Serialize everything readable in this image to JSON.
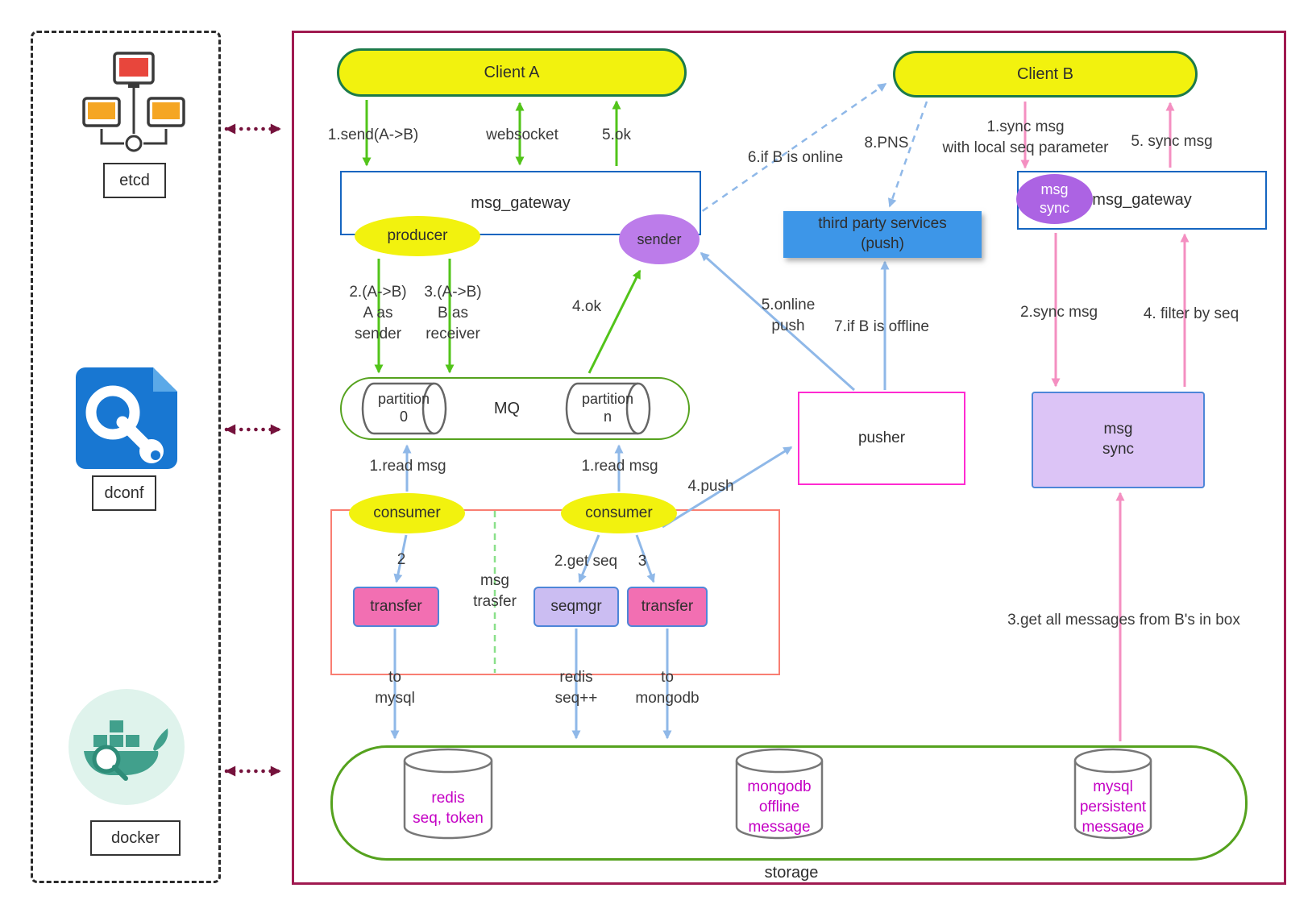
{
  "left_panel": {
    "etcd_label": "etcd",
    "dconf_label": "dconf",
    "docker_label": "docker"
  },
  "nodes": {
    "client_a": "Client A",
    "client_b": "Client B",
    "gateway_left": "msg_gateway",
    "gateway_right": "msg_gateway",
    "producer": "producer",
    "sender": "sender",
    "third_party": "third party services\n(push)",
    "msg_sync_small": "msg\nsync",
    "mq": "MQ",
    "partition_0": "partition\n0",
    "partition_n": "partition\nn",
    "pusher": "pusher",
    "msg_sync_big": "msg\nsync",
    "consumer_left": "consumer",
    "consumer_right": "consumer",
    "transfer_left": "transfer",
    "seqmgr": "seqmgr",
    "transfer_right": "transfer",
    "msg_trasfer_note": "msg\ntrasfer",
    "storage": "storage",
    "redis": "redis\nseq, token",
    "mongodb": "mongodb\noffline\nmessage",
    "mysql": "mysql\npersistent\nmessage"
  },
  "edges": {
    "send": "1.send(A->B)",
    "websocket": "websocket",
    "ok5": "5.ok",
    "a_as_sender": "2.(A->B)\nA as\nsender",
    "b_as_receiver": "3.(A->B)\nB as\nreceiver",
    "ok4": "4.ok",
    "read_msg_left": "1.read msg",
    "read_msg_right": "1.read msg",
    "step2": "2",
    "get_seq": "2.get seq",
    "step3": "3",
    "push4": "4.push",
    "to_mysql": "to\nmysql",
    "redis_seq": "redis\nseq++",
    "to_mongodb": "to\nmongodb",
    "online_push": "5.online\npush",
    "if_offline": "7.if B is offline",
    "if_online": "6.if B is online",
    "pns": "8.PNS",
    "sync_msg_1": "1.sync msg\nwith local seq parameter",
    "sync_msg_5": "5. sync msg",
    "sync_msg_2": "2.sync msg",
    "filter_by_seq": "4. filter by seq",
    "get_all": "3.get all messages from B's in box"
  },
  "colors": {
    "node_yellow": "#F2F20E",
    "arrow_green": "#52C41A",
    "arrow_blue": "#8FB8E8",
    "arrow_pink": "#F48FC1",
    "frame_maroon": "#A01A50",
    "link_maroon": "#75123C",
    "purple_fill": "#BC7CEA",
    "third_party_blue": "#3D96E8",
    "db_text_magenta": "#C400C4",
    "pusher_border": "#FF2BD1"
  }
}
